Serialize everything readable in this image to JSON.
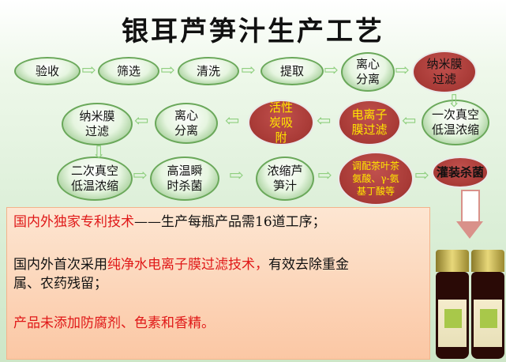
{
  "title": "银耳芦笋汁生产工艺",
  "row1": [
    "验收",
    "筛选",
    "清洗",
    "提取",
    "离心分离",
    "纳米膜过滤"
  ],
  "row2": [
    "纳米膜过滤",
    "离心分离",
    "活性炭吸附",
    "电离子膜过滤",
    "一次真空低温浓缩"
  ],
  "row3": [
    "二次真空低温浓缩",
    "高温瞬时杀菌",
    "浓缩芦笋汁",
    "调配茶叶茶氨酸、γ-氨基丁酸等",
    "灌装杀菌"
  ],
  "notes": {
    "line1_red": "国内外独家专利技术",
    "line1_black": "——生产每瓶产品需16道工序；",
    "line2_black": "国内外首次采用",
    "line2_red": "纯净水电离子膜过滤技术，",
    "line2_black2": "有效去除重金属、农药残留；",
    "line3_red": "产品未添加防腐剂、色素和香精。"
  },
  "colors": {
    "process_red": "#a83a36",
    "highlight_text": "#ffe600",
    "note_red": "#e01818"
  }
}
